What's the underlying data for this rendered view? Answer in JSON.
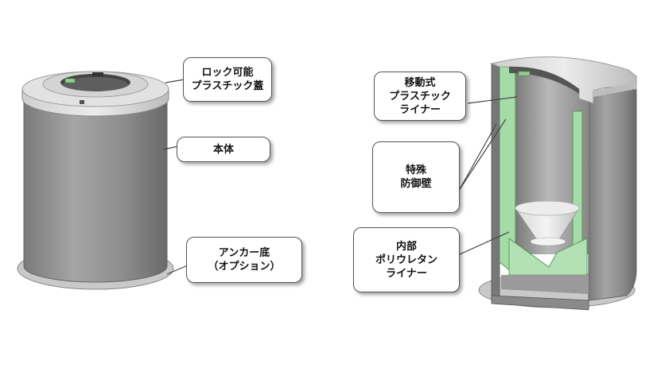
{
  "left_figure": {
    "callouts": {
      "lid": [
        "ロック可能",
        "プラスチック蓋"
      ],
      "body": [
        "本体"
      ],
      "base": [
        "アンカー底",
        "（オプション）"
      ]
    }
  },
  "right_figure": {
    "callouts": {
      "movable_liner": [
        "移動式",
        "プラスチック",
        "ライナー"
      ],
      "special_wall": [
        "特殊",
        "防御壁"
      ],
      "inner_liner": [
        "内部",
        "ポリウレタン",
        "ライナー"
      ]
    }
  },
  "colors": {
    "body": "#8f8f8f",
    "lid": "#d6d6d6",
    "base": "#c8c8c8",
    "liner_green": "#9ad6a0",
    "callout_border": "#555555"
  }
}
